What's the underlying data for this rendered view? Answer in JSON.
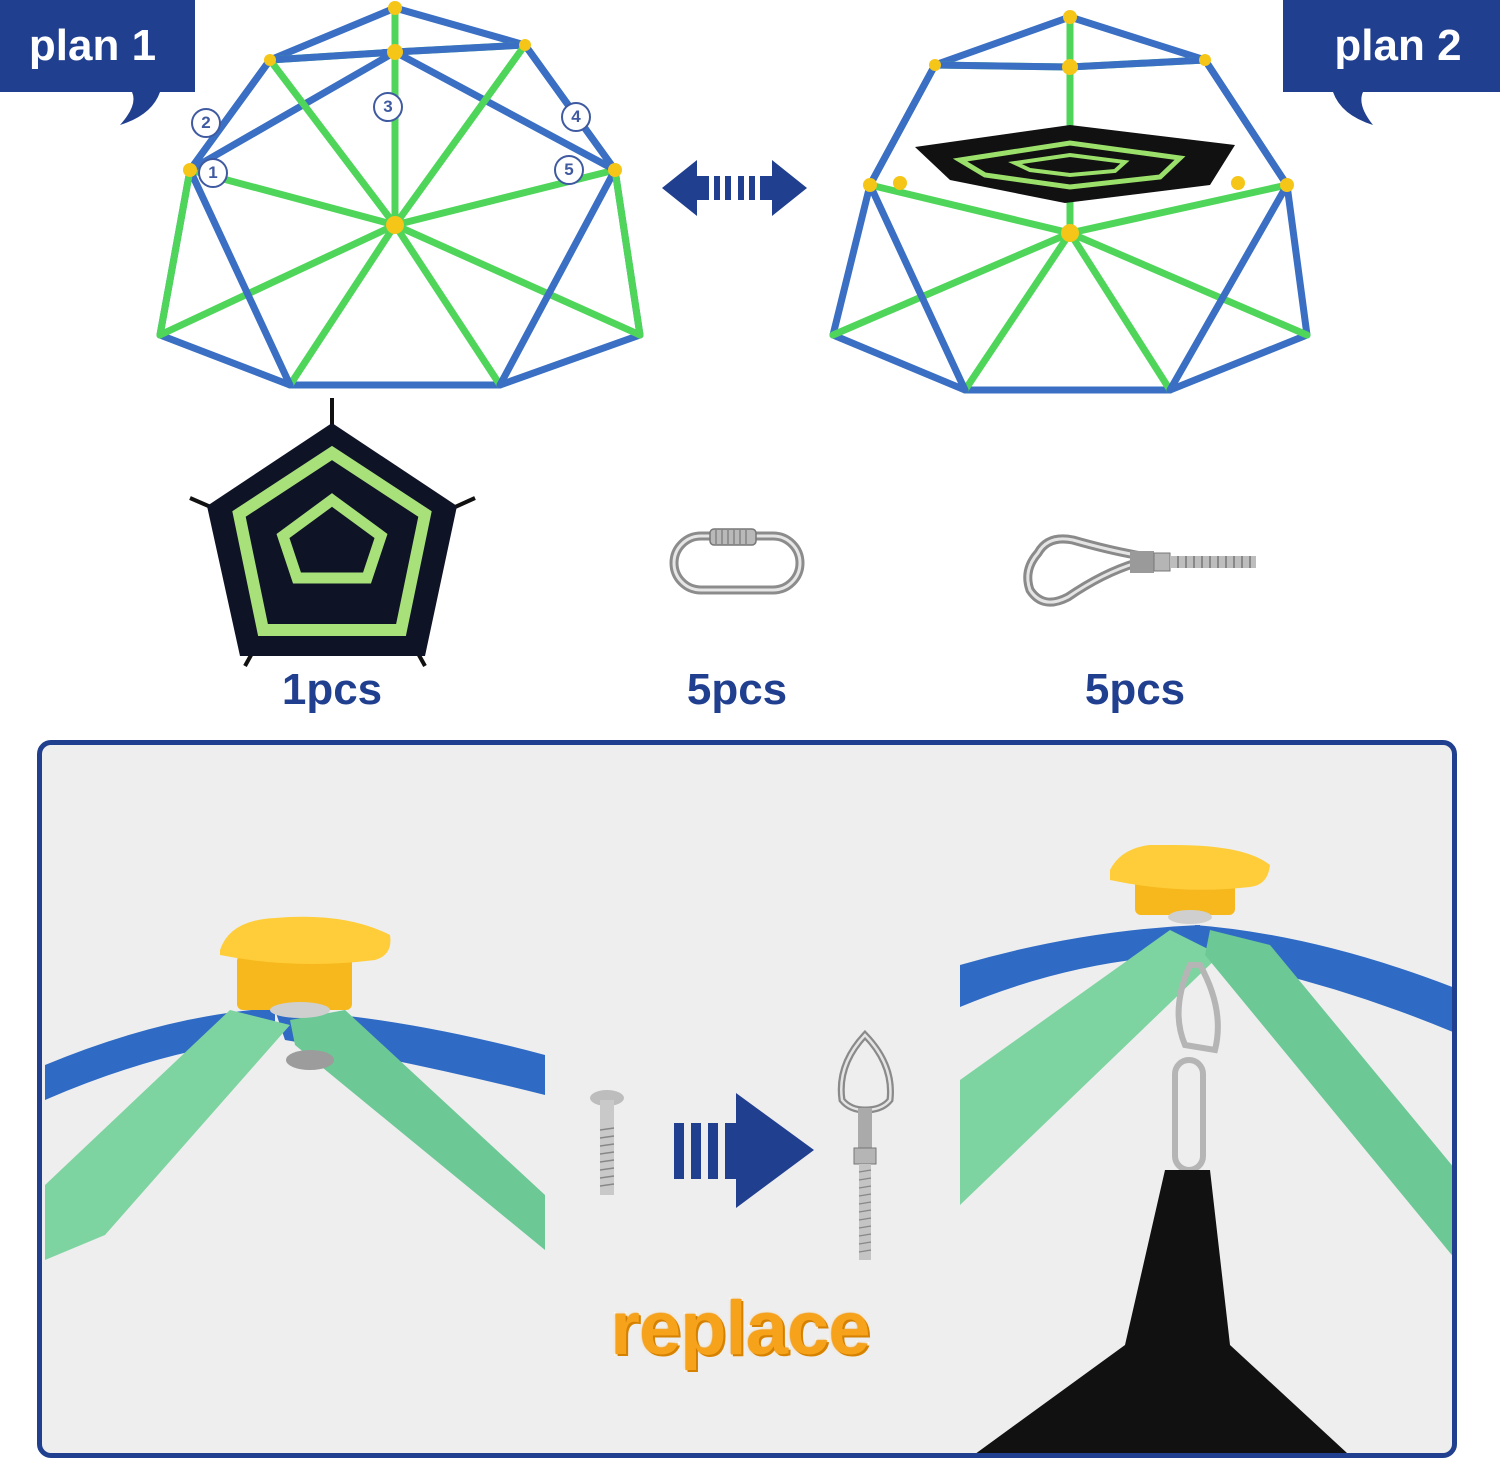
{
  "plans": [
    {
      "label": "plan 1"
    },
    {
      "label": "plan 2"
    }
  ],
  "callouts": [
    "1",
    "2",
    "3",
    "4",
    "5"
  ],
  "parts": [
    {
      "name": "target-net",
      "count": "1pcs"
    },
    {
      "name": "quick-link",
      "count": "5pcs"
    },
    {
      "name": "eye-bolt",
      "count": "5pcs"
    }
  ],
  "instruction": {
    "label": "replace"
  },
  "colors": {
    "brand_blue": "#213f8f",
    "bar_green": "#4fd65a",
    "bar_blue": "#3a6fc4",
    "connector_yellow": "#f5c518",
    "replace_orange": "#f7a21b"
  }
}
